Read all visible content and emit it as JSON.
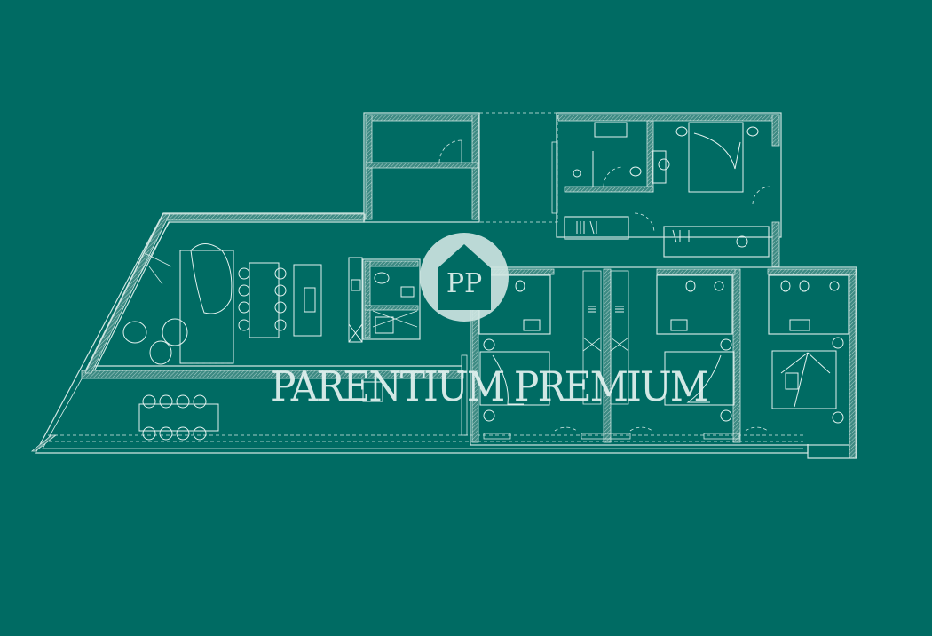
{
  "brand": {
    "watermark_text": "PARENTIUM PREMIUM",
    "monogram": "PP"
  },
  "colors": {
    "background": "#006B63",
    "line": "#cfe6e2",
    "watermark": "#e4f3f1"
  },
  "plan": {
    "rooms": [
      {
        "name": "living-room",
        "furniture": [
          "curved-sofa",
          "rug",
          "armchair",
          "armchair",
          "round-table"
        ]
      },
      {
        "name": "dining-area",
        "furniture": [
          "dining-table",
          "chair-x8"
        ]
      },
      {
        "name": "kitchen-island",
        "furniture": [
          "island",
          "sink"
        ]
      },
      {
        "name": "kitchen",
        "furniture": [
          "counter",
          "sink",
          "hob"
        ]
      },
      {
        "name": "guest-wc",
        "furniture": [
          "toilet",
          "washbasin",
          "shower"
        ]
      },
      {
        "name": "terrace",
        "furniture": [
          "outdoor-table",
          "chair-x8"
        ]
      },
      {
        "name": "storage-1",
        "furniture": []
      },
      {
        "name": "storage-2",
        "furniture": []
      },
      {
        "name": "master-bathroom",
        "furniture": [
          "washbasin",
          "toilet",
          "shower"
        ]
      },
      {
        "name": "master-bedroom",
        "furniture": [
          "double-bed",
          "nightstand-x2",
          "desk",
          "chair"
        ]
      },
      {
        "name": "walk-in-closet",
        "furniture": [
          "wardrobe",
          "chair"
        ]
      },
      {
        "name": "bedroom-2",
        "furniture": [
          "double-bed",
          "nightstand-x2"
        ]
      },
      {
        "name": "bathroom-2",
        "furniture": [
          "toilet",
          "washbasin"
        ]
      },
      {
        "name": "bedroom-3",
        "furniture": [
          "double-bed",
          "nightstand-x2"
        ]
      },
      {
        "name": "bathroom-3",
        "furniture": [
          "toilet",
          "washbasin",
          "shower"
        ]
      },
      {
        "name": "bedroom-4",
        "furniture": [
          "double-bed",
          "nightstand-x2"
        ]
      },
      {
        "name": "bathroom-4",
        "furniture": [
          "toilet",
          "bidet",
          "washbasin",
          "shower"
        ]
      },
      {
        "name": "wardrobes",
        "furniture": [
          "wardrobe",
          "wardrobe"
        ]
      }
    ]
  }
}
